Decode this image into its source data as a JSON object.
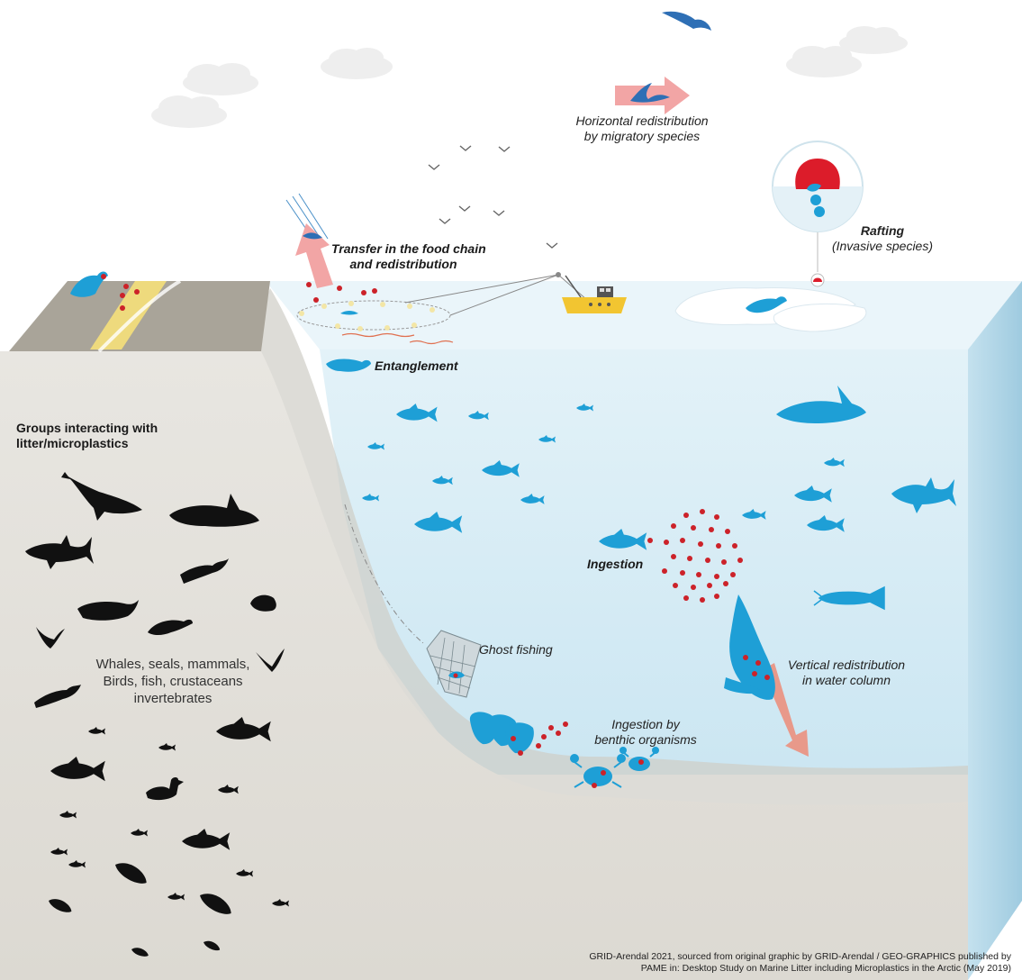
{
  "labels": {
    "transfer_line1": "Transfer in the food chain",
    "transfer_line2": "and redistribution",
    "horizontal_line1": "Horizontal redistribution",
    "horizontal_line2": "by migratory species",
    "rafting": "Rafting",
    "rafting_sub": "(Invasive species)",
    "entanglement": "Entanglement",
    "ingestion": "Ingestion",
    "ghost_fishing": "Ghost fishing",
    "benthic_line1": "Ingestion by",
    "benthic_line2": "benthic organisms",
    "vertical_line1": "Vertical redistribution",
    "vertical_line2": "in water column",
    "groups_line1": "Groups interacting with",
    "groups_line2": "litter/microplastics",
    "species_line1": "Whales, seals, mammals,",
    "species_line2": "Birds, fish, crustaceans",
    "species_line3": "invertebrates"
  },
  "credit": {
    "line1": "GRID-Arendal 2021, sourced from original graphic by GRID-Arendal / GEO-GRAPHICS published by",
    "line2": "PAME in: Desktop Study on Marine Litter including Microplastics in the Arctic (May 2019)"
  },
  "icons": [
    "cloud-icon",
    "bird-icon",
    "seal-icon",
    "fishing-boat-icon",
    "fish-icon",
    "whale-icon",
    "orca-icon",
    "shark-icon",
    "squid-icon",
    "crab-icon",
    "mussel-icon",
    "duck-icon",
    "trawl-net-icon",
    "ghost-net-icon",
    "microplastic-particle-icon",
    "arrow-icon",
    "magnifier-icon",
    "ice-floe-icon"
  ],
  "colors": {
    "water": "#d4ebf5",
    "water_surface": "#e8f4f9",
    "seabed": "#e6e4df",
    "land": "#a8a398",
    "fish": "#1e9fd6",
    "silhouette": "#111111",
    "plastic": "#cc2229",
    "arrow": "#f2a5a5",
    "boat": "#f2c531"
  }
}
